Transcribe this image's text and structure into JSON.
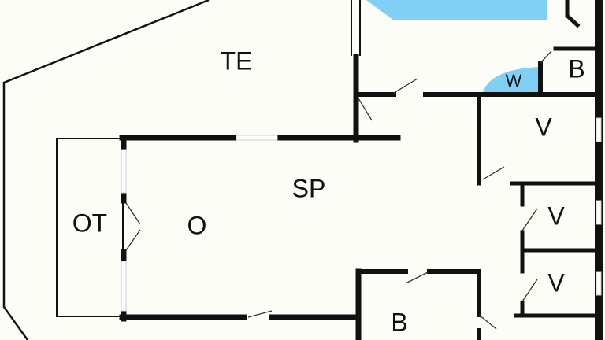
{
  "rooms": {
    "terrace": "TE",
    "living_sp": "SP",
    "living_o": "O",
    "outdoor_ot": "OT",
    "wc": "W",
    "bath_top": "B",
    "bedroom_1": "V",
    "bedroom_2": "V",
    "bedroom_3": "V",
    "bath_bottom": "B"
  },
  "colors": {
    "wall": "#111111",
    "water": "#7fd0f4",
    "floor": "#fdfdf8"
  }
}
